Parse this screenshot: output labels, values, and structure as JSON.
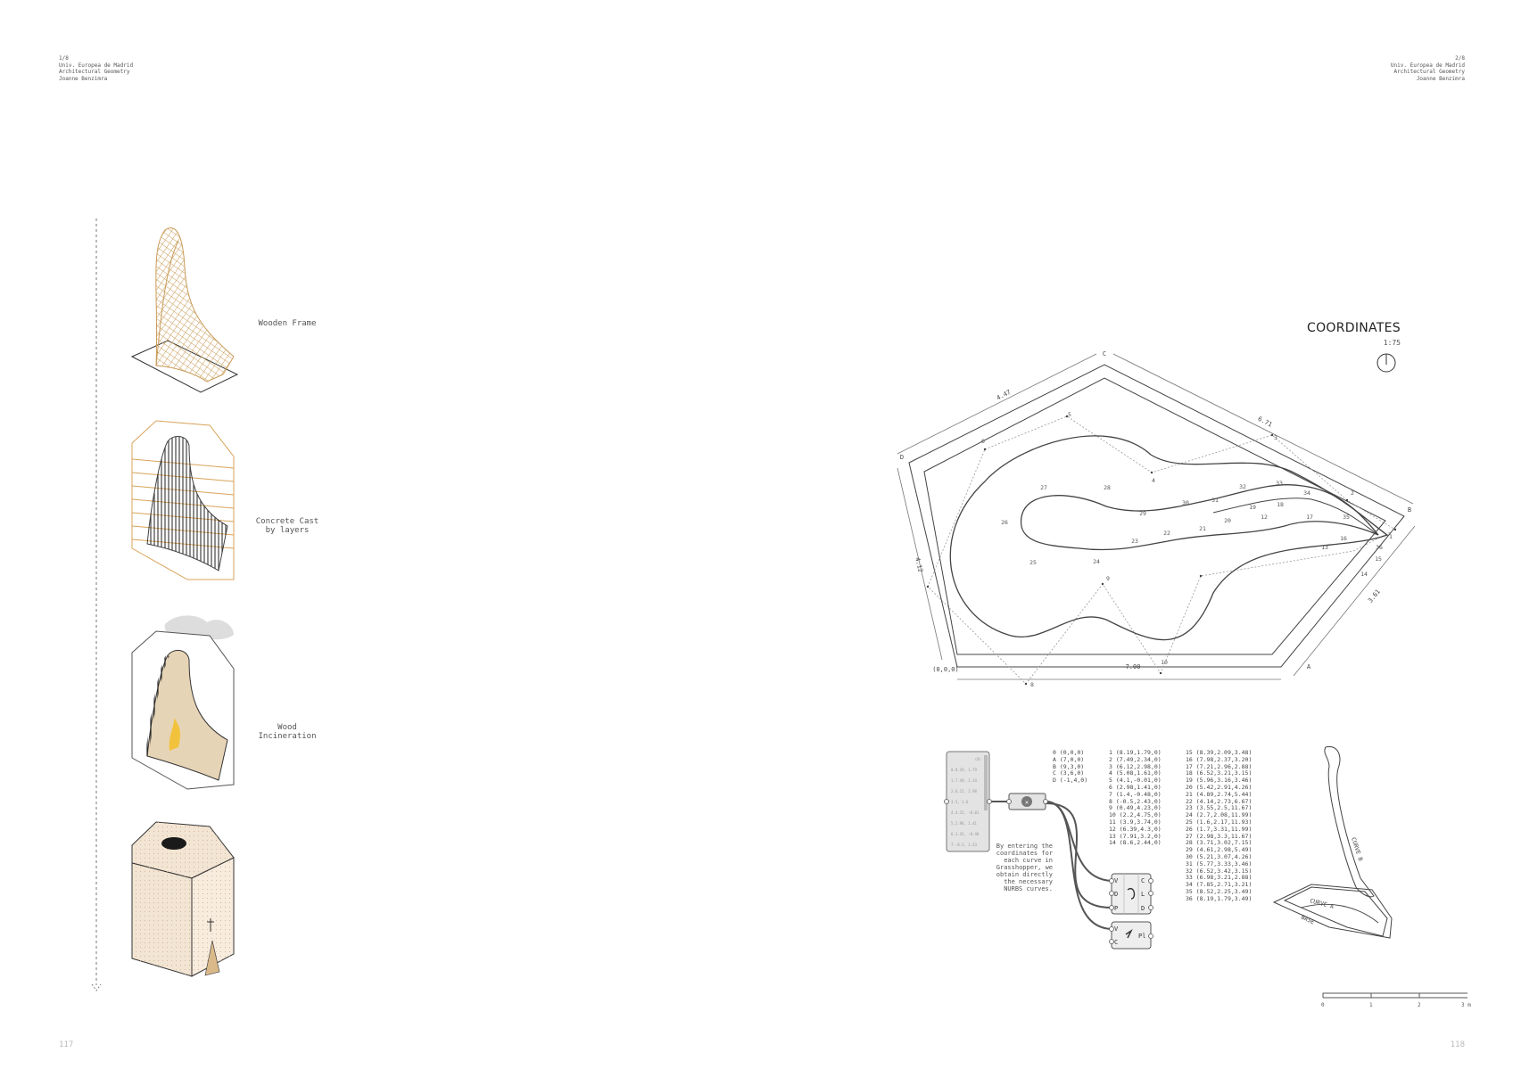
{
  "header_left": [
    "1/8",
    "Univ. Europea de Madrid",
    "Architectural Geometry",
    "Joanne Benzimra"
  ],
  "header_right": [
    "2/8",
    "Univ. Europea de Madrid",
    "Architectural Geometry",
    "Joanne Benzimra"
  ],
  "page_left": "117",
  "page_right": "118",
  "steps": [
    {
      "label": "Wooden Frame"
    },
    {
      "label": "Concrete Cast\nby layers"
    },
    {
      "label": "Wood\nIncineration"
    }
  ],
  "plan": {
    "title": "COORDINATES",
    "scale": "1:75",
    "vertices": [
      "A",
      "B",
      "C",
      "D",
      "(0,0,0)"
    ],
    "dims": [
      "4.47",
      "6.71",
      "4.12",
      "3.61",
      "7.00"
    ],
    "points": [
      "1",
      "2",
      "3",
      "4",
      "5",
      "6",
      "8",
      "9",
      "10",
      "12",
      "13",
      "14",
      "15",
      "16",
      "17",
      "18",
      "19",
      "20",
      "21",
      "22",
      "23",
      "24",
      "25",
      "26",
      "27",
      "28",
      "29",
      "30",
      "31",
      "32",
      "33",
      "34",
      "35",
      "36"
    ]
  },
  "panel_rows": [
    "(0)",
    "0.8.19, 1.79",
    "1.7.49, 2.34",
    "2.6.12, 2.98",
    "3.5, 1.6",
    "4.4.15, -0.01",
    "5.2.98, 1.41",
    "6.1.42, -0.48",
    "7.-0.5, 2.43"
  ],
  "component_a": [
    "V",
    "D",
    "P",
    "C",
    "L",
    "D"
  ],
  "component_b": [
    "V",
    "C",
    "Pl"
  ],
  "note": "By entering the\ncoordinates for\neach curve in\nGrasshopper, we\nobtain directly\nthe necessary\nNURBS curves.",
  "coord_base": [
    "0 (0,0,0)",
    "A (7,0,0)",
    "B (9,3,0)",
    "C (3,6,0)",
    "D (-1,4,0)"
  ],
  "coord_1": [
    "1 (8.19,1.79,0)",
    "2 (7.49,2.34,0)",
    "3 (6.12,2.98,0)",
    "4 (5.08,1.61,0)",
    "5 (4.1,-0.01,0)",
    "6 (2.98,1.41,0)",
    "7 (1.4,-0.48,0)",
    "8 (-0.5,2.43,0)",
    "9 (0.49,4.23,0)",
    "10 (2.2,4.75,0)",
    "11 (3.9,3.74,0)",
    "12 (6.39,4.3,0)",
    "13 (7.91,3.2,0)",
    "14 (8.6,2.44,0)"
  ],
  "coord_2": [
    "15 (8.39,2.09,3.48)",
    "16 (7.98,2.37,3.20)",
    "17 (7.21,2.96,2.88)",
    "18 (6.52,3.21,3.15)",
    "19 (5.96,3.16,3.46)",
    "20 (5.42,2.91,4.26)",
    "21 (4.89,2.74,5.44)",
    "22 (4.14,2.73,6.67)",
    "23 (3.55,2.5,11.67)",
    "24 (2.7,2.08,11.99)",
    "25 (1.6,2.17,11.93)",
    "26 (1.7,3.31,11.99)",
    "27 (2.98,3.3,11.67)",
    "28 (3.71,3.02,7.15)",
    "29 (4.61,2.98,5.49)",
    "30 (5.21,3.07,4.26)",
    "31 (5.77,3.33,3.46)",
    "32 (6.52,3.42,3.15)",
    "33 (6.98,3.21,2.88)",
    "34 (7.85,2.71,3.21)",
    "35 (8.52,2.25,3.49)",
    "36 (8.19,1.79,3.49)"
  ],
  "curves": [
    "CURVE B",
    "CURVE A",
    "BASE"
  ],
  "scalebar": [
    "0",
    "1",
    "2",
    "3 m"
  ],
  "colors": {
    "wood": "#d9b98a",
    "beige": "#efe3cc",
    "orange": "#d9a35a",
    "flame": "#f2c23c",
    "line": "#555555"
  }
}
